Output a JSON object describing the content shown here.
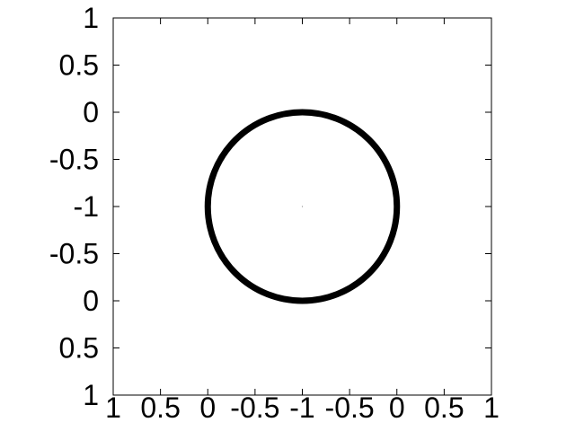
{
  "chart_data": {
    "type": "line",
    "title": "",
    "xlabel": "",
    "ylabel": "",
    "xlim": [
      -2,
      2
    ],
    "ylim": [
      -2,
      2
    ],
    "x_tick_values": [
      -2,
      -1.5,
      -1,
      -0.5,
      0,
      0.5,
      1,
      1.5,
      2
    ],
    "x_tick_labels": [
      "1",
      "0.5",
      "0",
      "-0.5",
      "-1",
      "-0.5",
      "0",
      "0.5",
      "1"
    ],
    "y_tick_values": [
      2,
      1.5,
      1,
      0.5,
      0,
      -0.5,
      -1,
      -1.5,
      -2
    ],
    "y_tick_labels": [
      "1",
      "0.5",
      "0",
      "-0.5",
      "-1",
      "-0.5",
      "0",
      "0.5",
      "1"
    ],
    "grid": false,
    "legend": "none",
    "series": [
      {
        "shape": "circle",
        "center": [
          0,
          0
        ],
        "radius": 1,
        "color": "#000000"
      }
    ]
  }
}
